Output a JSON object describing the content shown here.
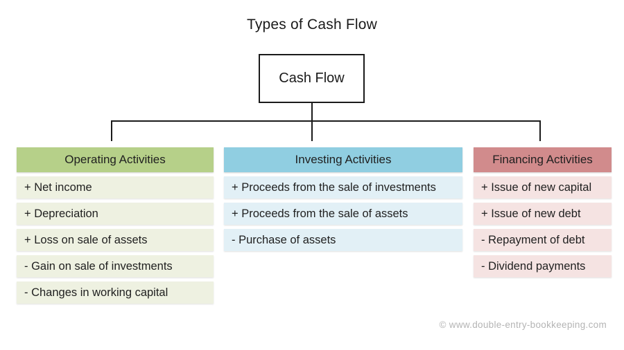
{
  "title": "Types of Cash Flow",
  "root": {
    "label": "Cash Flow"
  },
  "columns": [
    {
      "header": "Operating Activities",
      "header_color": "#b6d089",
      "row_color": "#eef1e1",
      "items": [
        "+ Net income",
        "+ Depreciation",
        "+ Loss on sale of assets",
        "- Gain on sale of investments",
        "- Changes in working capital"
      ]
    },
    {
      "header": "Investing Activities",
      "header_color": "#90cee1",
      "row_color": "#e2f0f6",
      "items": [
        "+ Proceeds from the sale of investments",
        "+ Proceeds from the sale of assets",
        "- Purchase of assets"
      ]
    },
    {
      "header": "Financing Activities",
      "header_color": "#d18b8c",
      "row_color": "#f5e3e2",
      "items": [
        "+ Issue of new capital",
        "+ Issue of new debt",
        "- Repayment of debt",
        "- Dividend payments"
      ]
    }
  ],
  "footer": {
    "credit": "© www.double-entry-bookkeeping.com"
  },
  "colors": {
    "line": "#1a1a1a",
    "text": "#1f1f1f",
    "watermark": "#b4b4b4",
    "background": "#ffffff"
  }
}
